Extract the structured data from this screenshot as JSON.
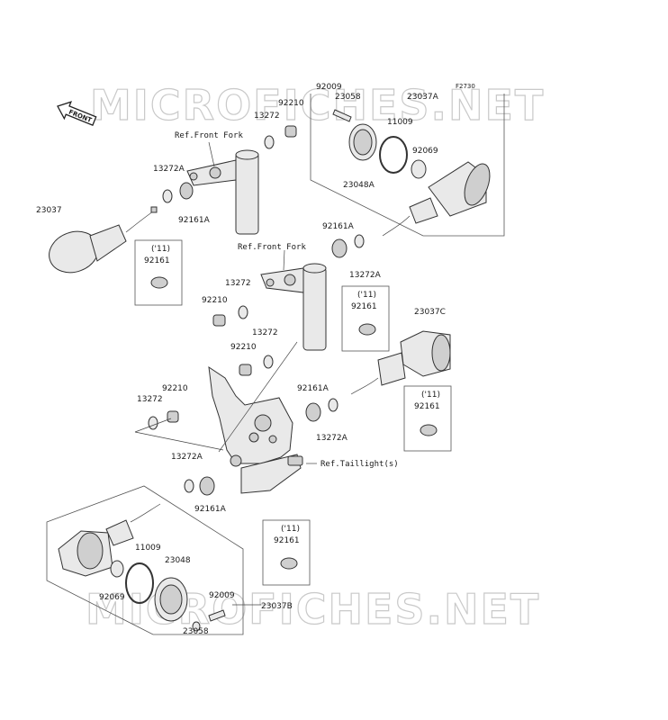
{
  "watermark_top": "MICROFICHES.NET",
  "watermark_bottom": "MICROFICHES.NET",
  "direction_arrow": "FRONT",
  "figure_code": "F2730",
  "labels": {
    "ref_front_fork_1": "Ref.Front Fork",
    "ref_front_fork_2": "Ref.Front Fork",
    "ref_taillight": "Ref.Taillight(s)",
    "p23037": "23037",
    "p13272A_1": "13272A",
    "p92161A_1": "92161A",
    "p13272_1": "13272",
    "p92210_1": "92210",
    "p92009_top": "92009",
    "p23058_top": "23058",
    "p23037A": "23037A",
    "p11009_top": "11009",
    "p92069_top": "92069",
    "p23048A": "23048A",
    "p92161A_2": "92161A",
    "p13272A_2": "13272A",
    "p13272_2": "13272",
    "p92210_2": "92210",
    "p13272_3": "13272",
    "p92210_3": "92210",
    "p92210_4": "92210",
    "p13272_4": "13272",
    "p92161A_3": "92161A",
    "p13272A_3": "13272A",
    "p23037C": "23037C",
    "p13272A_4": "13272A",
    "p92161A_4": "92161A",
    "p11009_bot": "11009",
    "p23048": "23048",
    "p92069_bot": "92069",
    "p92009_bot": "92009",
    "p23037B": "23037B",
    "p23058_bot": "23058"
  },
  "inset_boxes": [
    {
      "year": "('11)",
      "part": "92161"
    },
    {
      "year": "('11)",
      "part": "92161"
    },
    {
      "year": "('11)",
      "part": "92161"
    },
    {
      "year": "('11)",
      "part": "92161"
    }
  ]
}
